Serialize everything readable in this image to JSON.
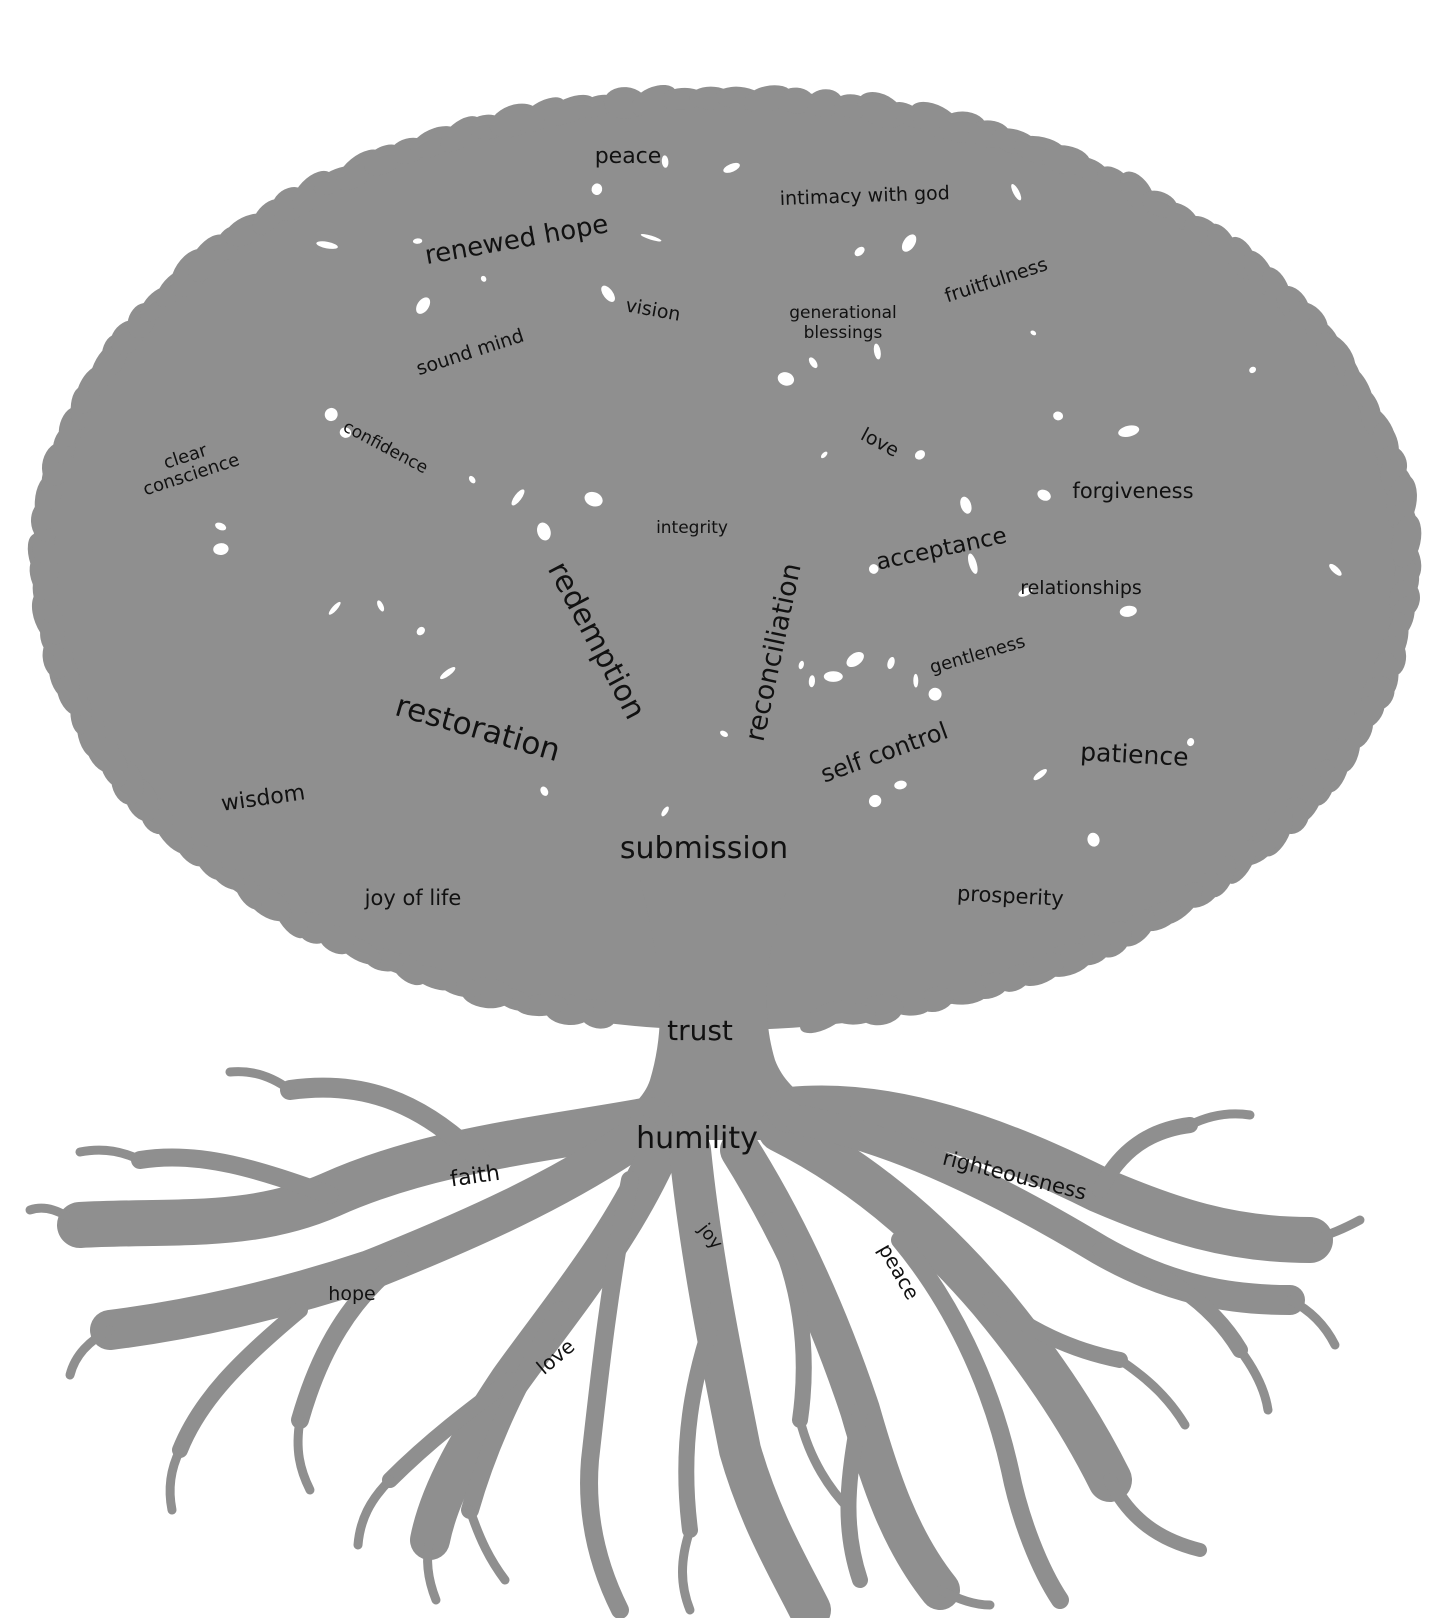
{
  "colors": {
    "tree": "#8f8f8f",
    "background": "#ffffff",
    "text": "#111111"
  },
  "canopy": {
    "words": {
      "peace": "peace",
      "intimacy_with_god": "intimacy with god",
      "renewed_hope": "renewed hope",
      "fruitfulness": "fruitfulness",
      "vision": "vision",
      "generational_blessings_line1": "generational",
      "generational_blessings_line2": "blessings",
      "sound_mind": "sound mind",
      "clear_conscience_line1": "clear",
      "clear_conscience_line2": "conscience",
      "confidence": "confidence",
      "love": "love",
      "forgiveness": "forgiveness",
      "integrity": "integrity",
      "acceptance": "acceptance",
      "relationships": "relationships",
      "redemption": "redemption",
      "reconciliation": "reconciliation",
      "gentleness": "gentleness",
      "restoration": "restoration",
      "self_control": "self control",
      "patience": "patience",
      "wisdom": "wisdom",
      "submission": "submission",
      "joy_of_life": "joy of life",
      "prosperity": "prosperity"
    }
  },
  "trunk": {
    "words": {
      "trust": "trust",
      "humility": "humility"
    }
  },
  "roots": {
    "words": {
      "faith": "faith",
      "righteousness": "righteousness",
      "joy": "joy",
      "hope": "hope",
      "love": "love",
      "peace": "peace"
    }
  }
}
